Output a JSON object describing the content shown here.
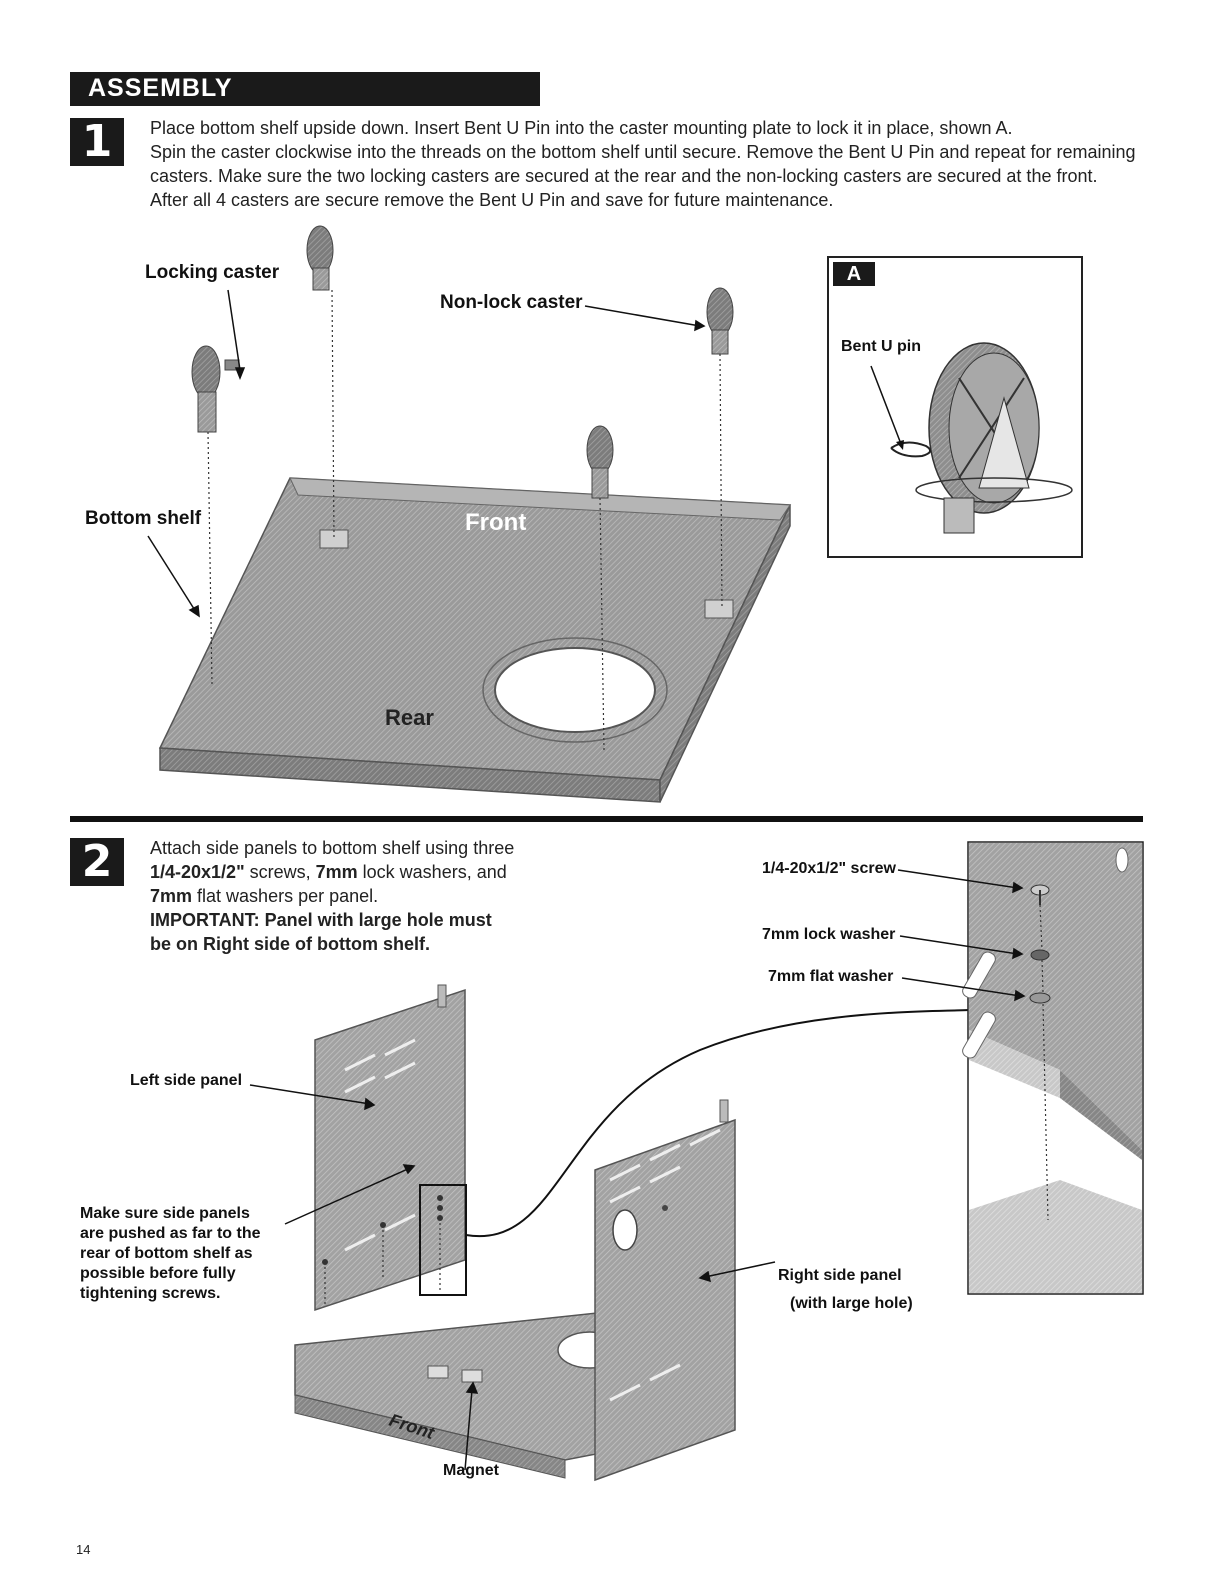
{
  "header": {
    "title": "ASSEMBLY"
  },
  "step1": {
    "number": "1",
    "lines": [
      "Place bottom shelf upside down. Insert Bent U Pin into the caster mounting plate to lock it in place, shown A.",
      "Spin the caster clockwise into the threads on the bottom shelf until secure. Remove the Bent U Pin and repeat for remaining",
      "casters. Make sure the two locking casters are secured at the rear and the non-locking casters are secured at the front.",
      "After all 4 casters are secure remove the Bent U Pin and save for future maintenance."
    ],
    "labels": {
      "locking_caster": "Locking caster",
      "non_lock_caster": "Non-lock caster",
      "bottom_shelf": "Bottom shelf",
      "front": "Front",
      "rear": "Rear"
    },
    "inset": {
      "letter": "A",
      "label": "Bent U pin"
    }
  },
  "step2": {
    "number": "2",
    "text": {
      "l1": "Attach side panels to bottom shelf using three",
      "l2_bold": "1/4-20x1/2\"",
      "l2_rest": " screws, ",
      "l2_bold2": "7mm",
      "l2_rest2": " lock washers, and",
      "l3_bold": "7mm",
      "l3_rest": " flat washers per panel.",
      "important1": "IMPORTANT: Panel with large hole must",
      "important2": "be on Right side of bottom shelf."
    },
    "labels": {
      "screw": "1/4-20x1/2\" screw",
      "lock_washer": "7mm lock washer",
      "flat_washer": "7mm flat washer",
      "left_panel": "Left side panel",
      "make_sure": [
        "Make sure side panels",
        "are pushed as far to the",
        "rear of bottom shelf as",
        "possible before fully",
        "tightening screws."
      ],
      "right_panel": "Right side panel",
      "right_panel_sub": "(with large hole)",
      "front": "Front",
      "magnet": "Magnet"
    }
  },
  "page_number": "14"
}
